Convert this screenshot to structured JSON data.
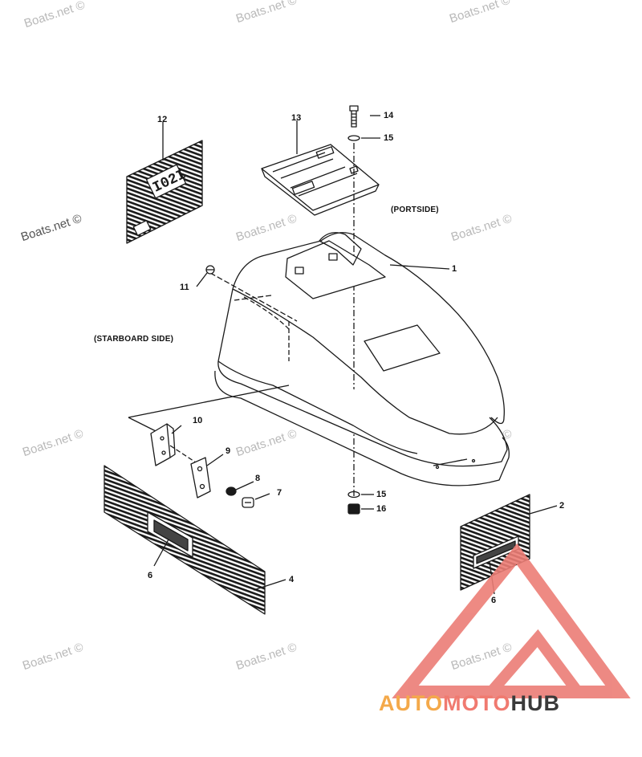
{
  "diagram": {
    "side_labels": {
      "portside": "(PORTSIDE)",
      "starboard": "(STARBOARD SIDE)"
    },
    "callouts": [
      "1",
      "2",
      "4",
      "6",
      "6",
      "7",
      "8",
      "9",
      "10",
      "11",
      "12",
      "13",
      "14",
      "15",
      "15",
      "16"
    ]
  },
  "watermark": {
    "text": "Boats.net ©",
    "color": "#b9b9b9"
  },
  "brand": {
    "part1": "AUTO",
    "part2": "MOTO",
    "part3": "HUB",
    "color1": "#f4a94a",
    "color2": "#f07a70",
    "color3": "#3a3a3a",
    "logo_color": "#ec7d76"
  }
}
